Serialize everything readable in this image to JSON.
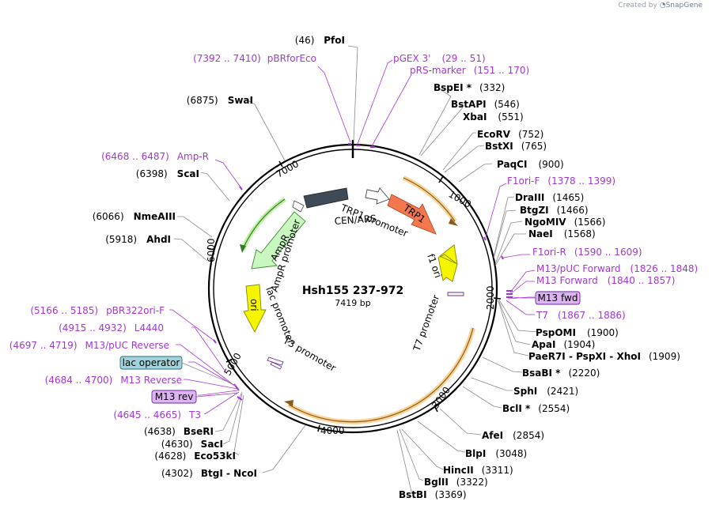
{
  "credit": {
    "prefix": "Created by",
    "brand": "SnapGene"
  },
  "plasmid": {
    "name": "Hsh155 237-972",
    "size": "7419 bp"
  },
  "ticks": [
    "1000",
    "2000",
    "3000",
    "4000",
    "5000",
    "6000",
    "7000"
  ],
  "features": [
    {
      "name": "TRP1",
      "color": "#f4774d"
    },
    {
      "name": "TRP1 promoter",
      "color": "#ffffff"
    },
    {
      "name": "CEN/ARS",
      "color": "#3e4a56"
    },
    {
      "name": "f1 ori",
      "color": "#f5f500"
    },
    {
      "name": "T7 promoter",
      "color": "#ffffff"
    },
    {
      "name": "T3 promoter",
      "color": "#ffffff"
    },
    {
      "name": "lac promoter",
      "color": "#ffffff"
    },
    {
      "name": "ori",
      "color": "#f5f500"
    },
    {
      "name": "AmpR promoter",
      "color": "#ffffff"
    },
    {
      "name": "AmpR",
      "color": "#c9f7c0"
    }
  ],
  "enzymes": [
    {
      "pos": "(46)",
      "name": "PfoI"
    },
    {
      "pos": "(332)",
      "name": "BspEI *"
    },
    {
      "pos": "(546)",
      "name": "BstAPI"
    },
    {
      "pos": "(551)",
      "name": "XbaI"
    },
    {
      "pos": "(752)",
      "name": "EcoRV"
    },
    {
      "pos": "(765)",
      "name": "BstXI"
    },
    {
      "pos": "(900)",
      "name": "PaqCI"
    },
    {
      "pos": "(1465)",
      "name": "DraIII"
    },
    {
      "pos": "(1466)",
      "name": "BtgZI"
    },
    {
      "pos": "(1566)",
      "name": "NgoMIV"
    },
    {
      "pos": "(1568)",
      "name": "NaeI"
    },
    {
      "pos": "(1900)",
      "name": "PspOMI"
    },
    {
      "pos": "(1904)",
      "name": "ApaI"
    },
    {
      "pos": "(1909)",
      "name": "PaeR7I - PspXI - XhoI"
    },
    {
      "pos": "(2220)",
      "name": "BsaBI *"
    },
    {
      "pos": "(2421)",
      "name": "SphI"
    },
    {
      "pos": "(2554)",
      "name": "BclI *"
    },
    {
      "pos": "(2854)",
      "name": "AfeI"
    },
    {
      "pos": "(3048)",
      "name": "BlpI"
    },
    {
      "pos": "(3311)",
      "name": "HincII"
    },
    {
      "pos": "(3322)",
      "name": "BglII"
    },
    {
      "pos": "(3369)",
      "name": "BstBI"
    },
    {
      "pos": "(4302)",
      "name": "BtgI - NcoI"
    },
    {
      "pos": "(4628)",
      "name": "Eco53kI"
    },
    {
      "pos": "(4630)",
      "name": "SacI"
    },
    {
      "pos": "(4638)",
      "name": "BseRI"
    },
    {
      "pos": "(5918)",
      "name": "AhdI"
    },
    {
      "pos": "(6066)",
      "name": "NmeAIII"
    },
    {
      "pos": "(6398)",
      "name": "ScaI"
    },
    {
      "pos": "(6875)",
      "name": "SwaI"
    }
  ],
  "primers": [
    {
      "range": "(7392 .. 7410)",
      "name": "pBRforEco"
    },
    {
      "range": "(29 .. 51)",
      "name": "pGEX 3'"
    },
    {
      "range": "(151 .. 170)",
      "name": "pRS-marker"
    },
    {
      "range": "(1378 .. 1399)",
      "name": "F1ori-F"
    },
    {
      "range": "(1590 .. 1609)",
      "name": "F1ori-R"
    },
    {
      "range": "(1826 .. 1848)",
      "name": "M13/pUC Forward"
    },
    {
      "range": "(1840 .. 1857)",
      "name": "M13 Forward"
    },
    {
      "range": "(1867 .. 1886)",
      "name": "T7"
    },
    {
      "range": "(6468 .. 6487)",
      "name": "Amp-R"
    },
    {
      "range": "(5166 .. 5185)",
      "name": "pBR322ori-F"
    },
    {
      "range": "(4915 .. 4932)",
      "name": "L4440"
    },
    {
      "range": "(4697 .. 4719)",
      "name": "M13/pUC Reverse"
    },
    {
      "range": "(4684 .. 4700)",
      "name": "M13 Reverse"
    },
    {
      "range": "(4645 .. 4665)",
      "name": "T3"
    }
  ],
  "boxes": [
    {
      "name": "M13 fwd",
      "color": "#dcb4f2"
    },
    {
      "name": "lac operator",
      "color": "#9fd4dc"
    },
    {
      "name": "M13 rev",
      "color": "#dcb4f2"
    }
  ]
}
